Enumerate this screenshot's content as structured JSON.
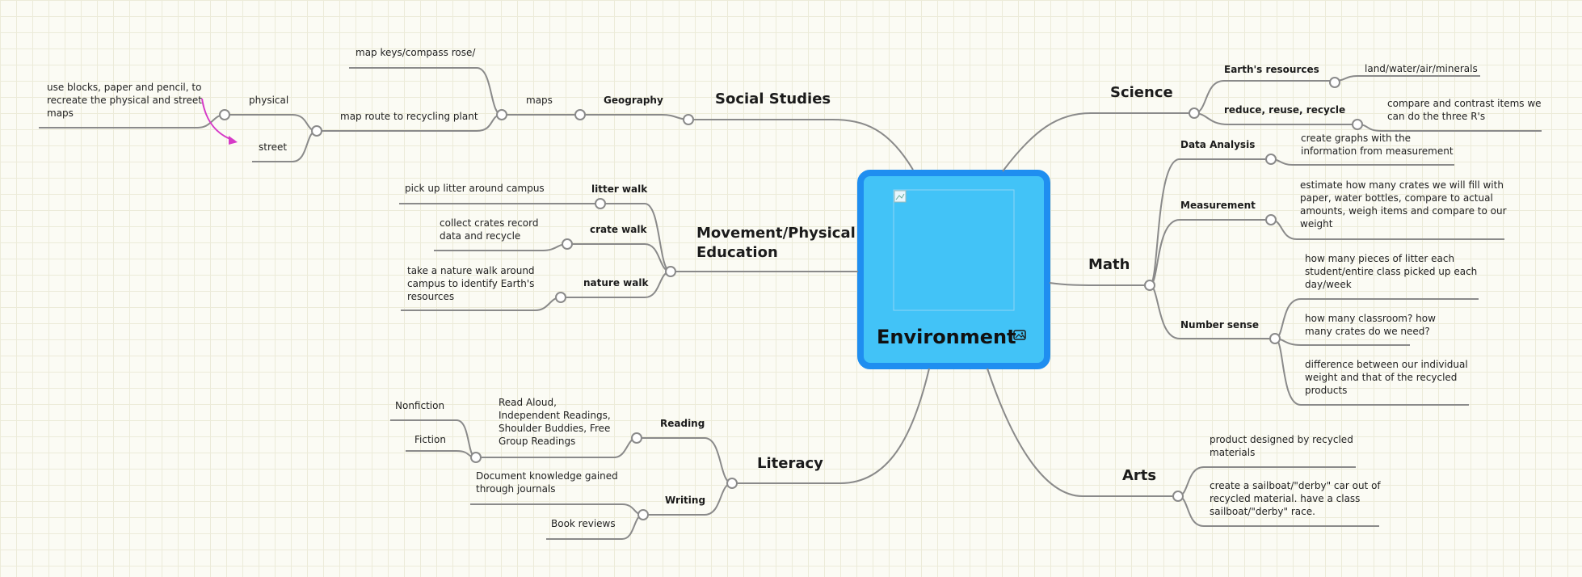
{
  "center": {
    "label": "Environment",
    "image_icon": "image-icon"
  },
  "colors": {
    "center_fill": "#42c3f7",
    "center_border": "#1f8ef0",
    "lines": "#8a8a8a",
    "arrow": "#d63ac7"
  },
  "science": {
    "label": "Science",
    "earth_resources": "Earth's resources",
    "earth_leaf": "land/water/air/minerals",
    "rrr": "reduce, reuse, recycle",
    "rrr_leaf": [
      "compare and contrast items we",
      "can do the three R's"
    ]
  },
  "math": {
    "label": "Math",
    "data_analysis": "Data Analysis",
    "data_leaf": [
      "create graphs with the",
      "information from measurement"
    ],
    "measurement": "Measurement",
    "measure_leaf": [
      "estimate how many crates we will fill with",
      "paper, water bottles, compare to actual",
      "amounts, weigh items and compare to our",
      "weight"
    ],
    "number_sense": "Number sense",
    "ns_leaf1": [
      "how many pieces of litter each",
      "student/entire class picked up each",
      "day/week"
    ],
    "ns_leaf2": [
      "how many classroom? how",
      "many crates do we need?"
    ],
    "ns_leaf3": [
      "difference between our individual",
      "weight and that of the recycled",
      "products"
    ]
  },
  "arts": {
    "label": "Arts",
    "leaf1": [
      "product designed by recycled",
      "materials"
    ],
    "leaf2": [
      "create a sailboat/\"derby\" car out of",
      "recycled material. have a class",
      "sailboat/\"derby\" race."
    ]
  },
  "social": {
    "label": "Social Studies",
    "geography": "Geography",
    "maps": "maps",
    "map_keys": "map keys/compass rose/",
    "map_route": "map route to recycling plant",
    "physical": "physical",
    "street": "street",
    "blocks_note": [
      "use blocks, paper and pencil, to",
      "recreate the physical and street",
      "maps"
    ]
  },
  "movement": {
    "label": [
      "Movement/Physical",
      "Education"
    ],
    "litter_walk": "litter walk",
    "litter_leaf": "pick up litter around campus",
    "crate_walk": "crate walk",
    "crate_leaf": [
      "collect crates record",
      "data and recycle"
    ],
    "nature_walk": "nature walk",
    "nature_leaf": [
      "take a nature walk around",
      "campus to identify Earth's",
      "resources"
    ]
  },
  "literacy": {
    "label": "Literacy",
    "reading": "Reading",
    "reading_leaf": [
      "Read Aloud,",
      "Independent Readings,",
      "Shoulder Buddies, Free",
      "Group Readings"
    ],
    "nonfiction": "Nonfiction",
    "fiction": "Fiction",
    "writing": "Writing",
    "writing_leaf": [
      "Document knowledge gained",
      "through journals"
    ],
    "book_reviews": "Book reviews"
  }
}
